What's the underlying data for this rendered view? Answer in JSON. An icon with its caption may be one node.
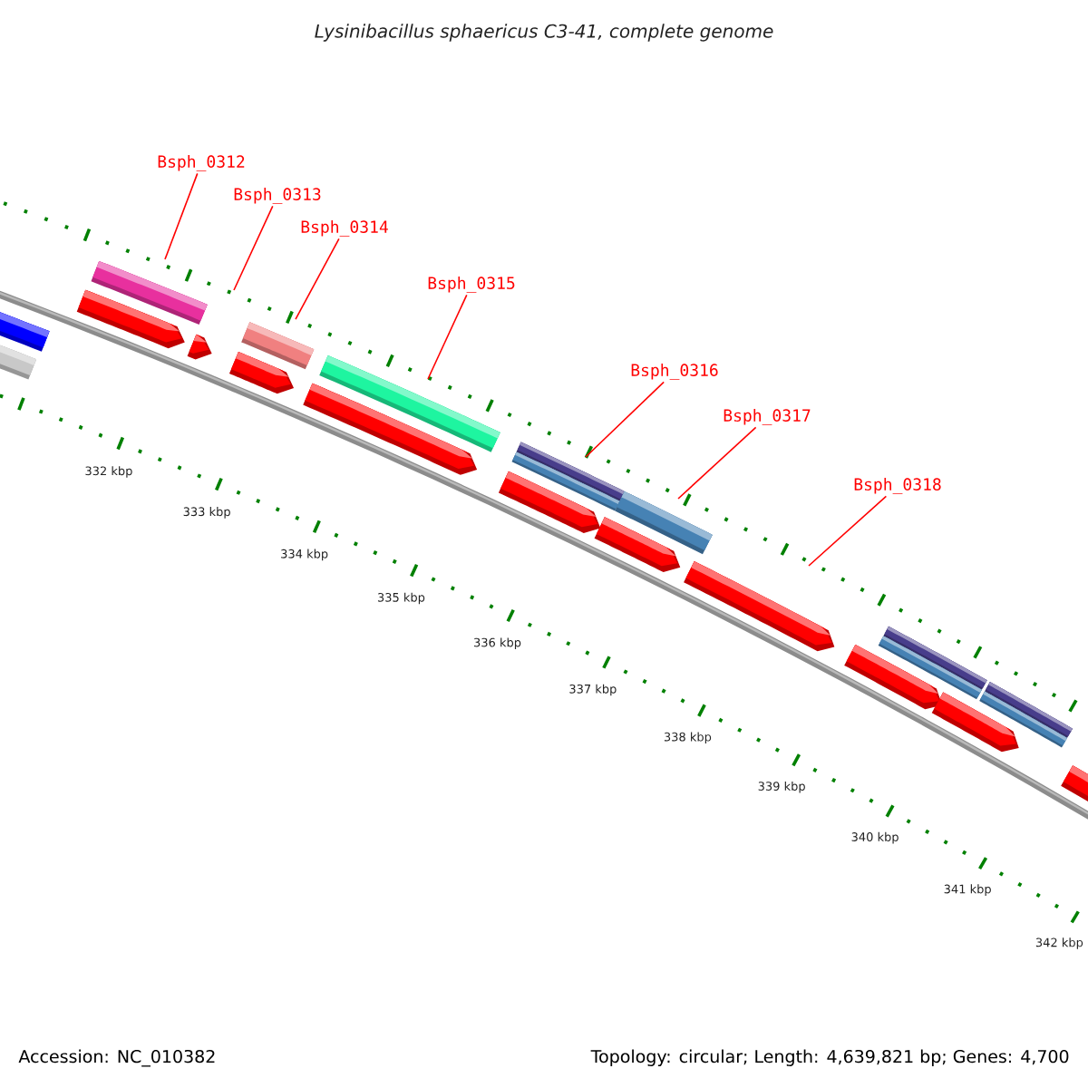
{
  "diagram": {
    "title": "Lysinibacillus sphaericus C3-41, complete genome",
    "nodes": [
      {
        "text": [
          "Bsph_0312"
        ]
      },
      {
        "text": [
          "Bsph_0313"
        ]
      },
      {
        "text": [
          "Bsph_0314"
        ]
      },
      {
        "text": [
          "Bsph_0315"
        ]
      },
      {
        "text": [
          "Bsph_0316"
        ]
      },
      {
        "text": [
          "Bsph_0317"
        ]
      },
      {
        "text": [
          "Bsph_0318"
        ]
      }
    ],
    "edges": [
      {
        "from": 0,
        "to": null,
        "arrow": "none"
      },
      {
        "from": 1,
        "to": null,
        "arrow": "none"
      },
      {
        "from": 2,
        "to": null,
        "arrow": "none"
      },
      {
        "from": 3,
        "to": null,
        "arrow": "none"
      },
      {
        "from": 4,
        "to": null,
        "arrow": "none"
      },
      {
        "from": 5,
        "to": null,
        "arrow": "none"
      },
      {
        "from": 6,
        "to": null,
        "arrow": "none"
      }
    ],
    "labels": [
      "332 kbp",
      "333 kbp",
      "334 kbp",
      "335 kbp",
      "336 kbp",
      "337 kbp",
      "338 kbp",
      "339 kbp",
      "340 kbp",
      "341 kbp",
      "342 kbp",
      "Accession: NC_010382",
      "Topology: circular; Length: 4,639,821 bp; Genes: 4,700"
    ]
  }
}
